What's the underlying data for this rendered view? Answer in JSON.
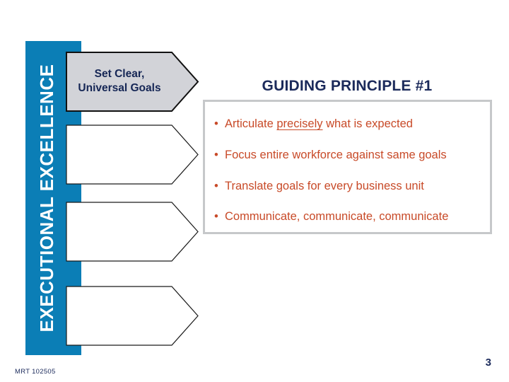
{
  "slide": {
    "footer_code": "MRT 102505",
    "page_number": "3"
  },
  "sidebar": {
    "label": "EXECUTIONAL EXCELLENCE",
    "bar_color": "#0B7EB6"
  },
  "process_steps": [
    {
      "line1": "Set Clear,",
      "line2": "Universal Goals",
      "fill": "#D2D3D8",
      "text_color": "#152655"
    },
    {
      "fill": "#FFFFFF"
    },
    {
      "fill": "#FFFFFF"
    },
    {
      "fill": "#FFFFFF"
    }
  ],
  "main": {
    "title": "GUIDING PRINCIPLE #1",
    "bullet_char": "•",
    "bullets": [
      {
        "prefix": "Articulate ",
        "underlined": "precisely",
        "suffix": " what is expected"
      },
      {
        "text": "Focus entire workforce against same goals"
      },
      {
        "text": "Translate goals for every business unit"
      },
      {
        "text": "Communicate, communicate, communicate"
      }
    ]
  },
  "colors": {
    "title_navy": "#1B2A5B",
    "bullet_red": "#C84A28",
    "box_border_gray": "#C6C8CA",
    "arrow_outline": "#1A1A1A"
  }
}
